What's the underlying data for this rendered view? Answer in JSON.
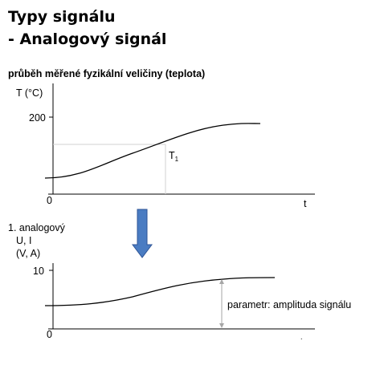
{
  "slide": {
    "title_line1": "Typy signálu",
    "title_line2": "- Analogový signál"
  },
  "top_chart": {
    "caption": "průběh měřené fyzikální veličiny (teplota)",
    "y_label": "T (°C)",
    "y_tick": "200",
    "origin": "0",
    "x_label": "t",
    "marker_label": "T",
    "marker_subscript": "1"
  },
  "bottom_chart": {
    "label_line1": "1. analogový",
    "label_line2": "U, I",
    "label_line3": "(V, A)",
    "y_tick": "10",
    "origin": "0",
    "amplitude_label": "parametr: amplituda signálu"
  },
  "colors": {
    "arrow_fill": "#4a7cc2",
    "arrow_stroke": "#2f5597",
    "guide_line": "#d0d0d0",
    "amplitude_line": "#a6a6a6"
  }
}
